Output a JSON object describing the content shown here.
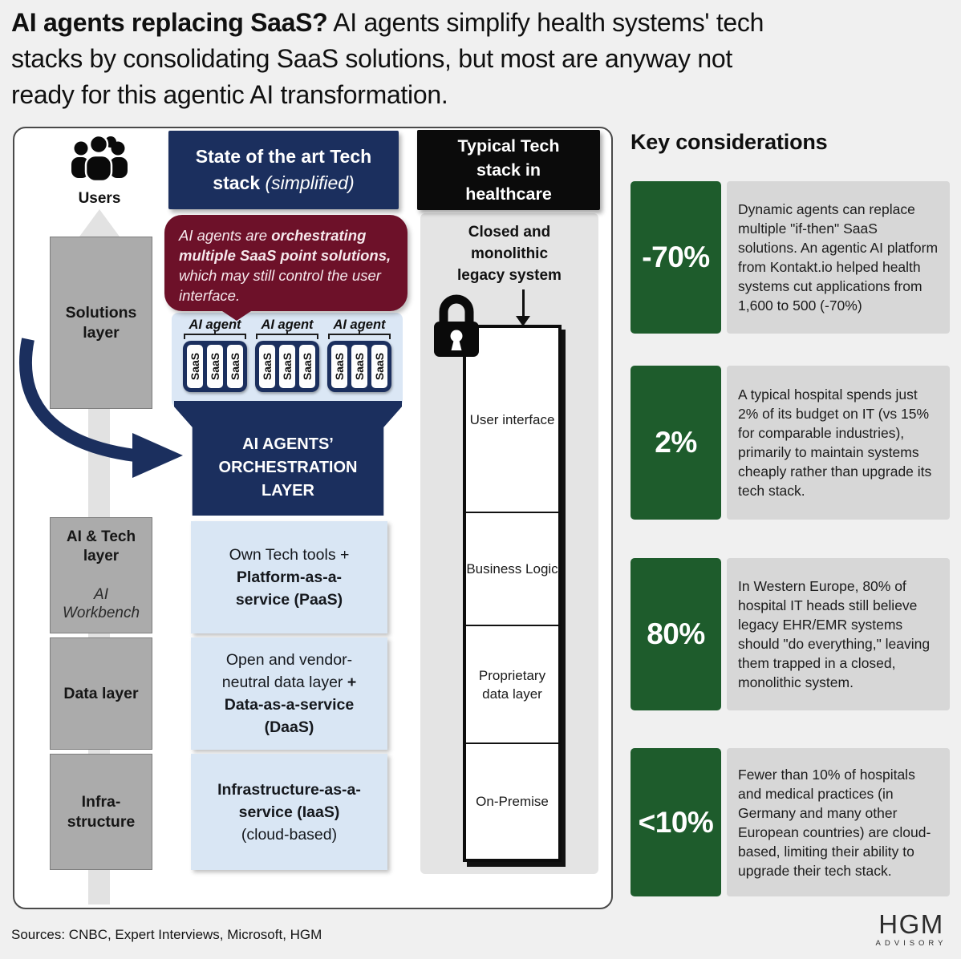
{
  "title": {
    "segments": [
      {
        "t": "AI agents replacing SaaS?",
        "b": true
      },
      {
        "t": " AI agents simplify health systems' tech"
      },
      {
        "br": true
      },
      {
        "t": "stacks by consolidating SaaS solutions, but most are anyway not"
      },
      {
        "br": true
      },
      {
        "t": "ready for this agentic AI transformation."
      }
    ]
  },
  "diagram": {
    "users_label": "Users",
    "stateofart_header": {
      "segments": [
        {
          "t": "State of the art Tech",
          "b": true
        },
        {
          "br": true
        },
        {
          "t": "stack",
          "b": true
        },
        {
          "t": " (simplified)",
          "i": true
        }
      ]
    },
    "typical_header": {
      "segments": [
        {
          "t": "Typical Tech"
        },
        {
          "br": true
        },
        {
          "t": "stack in"
        },
        {
          "br": true
        },
        {
          "t": "healthcare"
        }
      ]
    },
    "bubble": {
      "segments": [
        {
          "t": "AI agents are "
        },
        {
          "t": "orchestrating multiple SaaS point solutions,",
          "b": true
        },
        {
          "t": " which may still control the user interface."
        }
      ]
    },
    "layers_left": {
      "solutions": {
        "segments": [
          {
            "t": "Solutions"
          },
          {
            "br": true
          },
          {
            "t": "layer"
          }
        ]
      },
      "ai_tech": {
        "segments": [
          {
            "t": "AI & Tech"
          },
          {
            "br": true
          },
          {
            "t": "layer"
          }
        ]
      },
      "ai_tech_sub": {
        "segments": [
          {
            "t": "AI"
          },
          {
            "br": true
          },
          {
            "t": "Workbench"
          }
        ]
      },
      "data": {
        "segments": [
          {
            "t": "Data layer"
          }
        ]
      },
      "infrastructure": {
        "segments": [
          {
            "t": "Infra-"
          },
          {
            "br": true
          },
          {
            "t": "structure"
          }
        ]
      }
    },
    "agents": [
      {
        "label": "AI agent",
        "saas": [
          "SaaS",
          "SaaS",
          "SaaS"
        ]
      },
      {
        "label": "AI agent",
        "saas": [
          "SaaS",
          "SaaS",
          "SaaS"
        ]
      },
      {
        "label": "AI agent",
        "saas": [
          "SaaS",
          "SaaS",
          "SaaS"
        ]
      }
    ],
    "orchestration": {
      "segments": [
        {
          "t": "AI AGENTS’"
        },
        {
          "br": true
        },
        {
          "t": "ORCHESTRATION"
        },
        {
          "br": true
        },
        {
          "t": "LAYER"
        }
      ]
    },
    "stack_boxes": {
      "paas": {
        "segments": [
          {
            "t": "Own Tech tools +"
          },
          {
            "br": true
          },
          {
            "t": "Platform-as-a-",
            "b": true
          },
          {
            "br": true
          },
          {
            "t": "service (PaaS)",
            "b": true
          }
        ]
      },
      "daas": {
        "segments": [
          {
            "t": "Open and vendor-"
          },
          {
            "br": true
          },
          {
            "t": "neutral data layer "
          },
          {
            "t": "+",
            "b": true
          },
          {
            "br": true
          },
          {
            "t": "Data-as-a-service",
            "b": true
          },
          {
            "br": true
          },
          {
            "t": "(DaaS)",
            "b": true
          }
        ]
      },
      "iaas": {
        "segments": [
          {
            "t": "Infrastructure-as-a-",
            "b": true
          },
          {
            "br": true
          },
          {
            "t": "service (IaaS)",
            "b": true
          },
          {
            "br": true
          },
          {
            "t": "(cloud-based)"
          }
        ]
      }
    },
    "legacy": {
      "label": {
        "segments": [
          {
            "t": "Closed and"
          },
          {
            "br": true
          },
          {
            "t": "monolithic"
          },
          {
            "br": true
          },
          {
            "t": "legacy system"
          }
        ]
      },
      "sections": [
        "User interface",
        "Business Logic",
        "Proprietary data layer",
        "On-Premise"
      ]
    }
  },
  "key_considerations": {
    "title": "Key considerations",
    "items": [
      {
        "figure": "-70%",
        "text": "Dynamic agents can replace multiple \"if-then\" SaaS solutions. An agentic AI platform from Kontakt.io helped health systems cut applications from 1,600 to 500 (-70%)"
      },
      {
        "figure": "2%",
        "text": "A typical hospital spends just 2% of its budget on IT (vs 15% for comparable industries), primarily to maintain systems cheaply rather than upgrade its tech stack."
      },
      {
        "figure": "80%",
        "text": "In Western Europe, 80% of hospital IT heads still believe legacy EHR/EMR systems should \"do everything,\" leaving them trapped in a closed, monolithic system."
      },
      {
        "figure": "<10%",
        "text": "Fewer than 10% of hospitals and medical practices (in Germany and many other European countries) are cloud-based, limiting their ability to upgrade their tech stack."
      }
    ]
  },
  "sources": "Sources: CNBC, Expert Interviews, Microsoft, HGM",
  "logo": {
    "name": "HGM",
    "sub": "ADVISORY"
  },
  "colors": {
    "navy": "#1b2f5e",
    "maroon": "#6d1129",
    "green": "#1e5c2c",
    "light_blue": "#d9e6f4",
    "layer_gray": "#ababab",
    "panel_gray": "#e4e4e4",
    "consideration_gray": "#d7d7d7",
    "background": "#f0f0f0"
  }
}
